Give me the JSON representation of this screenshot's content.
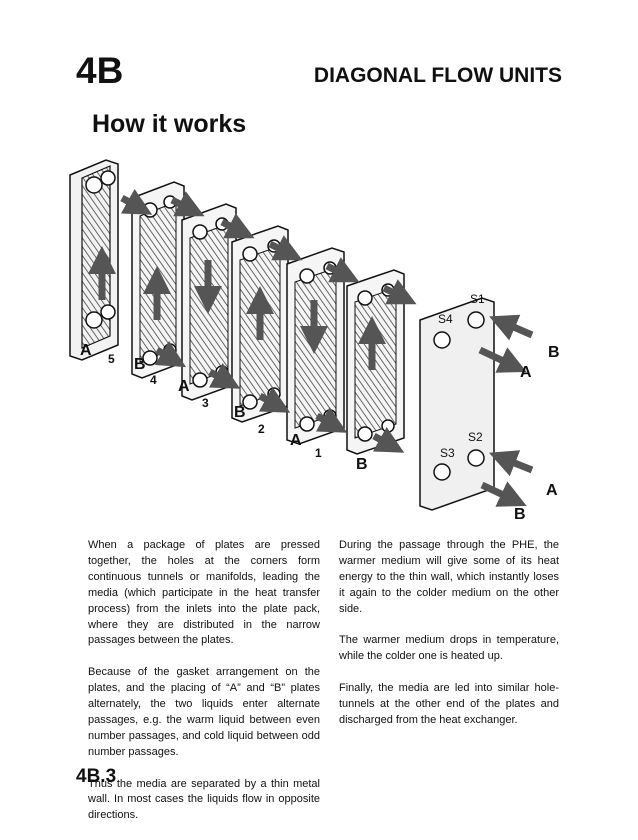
{
  "header": {
    "section_code": "4B",
    "section_title": "DIAGONAL FLOW UNITS"
  },
  "subtitle": "How it works",
  "figure": {
    "labels": {
      "a_left": "A",
      "n5": "5",
      "b1": "B",
      "n4": "4",
      "a2": "A",
      "n3": "3",
      "b3": "B",
      "n2": "2",
      "a4": "A",
      "n1": "1",
      "b5": "B",
      "s1": "S1",
      "s4": "S4",
      "s2": "S2",
      "s3": "S3",
      "b_right": "B",
      "a_right": "A",
      "a_bottom": "A",
      "b_bottom": "B"
    }
  },
  "body": {
    "left_paragraphs": [
      "When a package of plates are pressed together, the holes at the corners form continuous tunnels or manifolds, leading the media (which participate in the heat transfer process) from the inlets into the plate pack, where they are distributed in the narrow passages between the plates.",
      "Because of the gasket arrangement on the plates, and the placing of “A” and “B” plates alternately, the two liquids enter alternate passages, e.g. the warm liquid between even number passages, and cold liquid between odd number passages.",
      "Thus the media are separated by a thin metal wall. In most cases the liquids flow in opposite directions."
    ],
    "right_paragraphs": [
      "During the passage through the PHE, the warmer medium will give some of its heat energy to the thin wall, which instantly loses it again to the colder medium on the other side.",
      "The warmer medium drops in temperature, while the colder one is heated up.",
      "Finally, the media are led into similar hole-tunnels at the other end of the plates and discharged from the heat exchanger."
    ]
  },
  "footer": {
    "page_number": "4B.3"
  }
}
